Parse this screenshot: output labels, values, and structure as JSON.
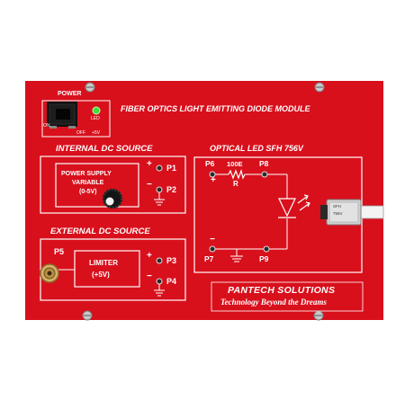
{
  "board": {
    "title": "FIBER OPTICS LIGHT EMITTING DIODE MODULE",
    "power_label": "POWER",
    "switch_on": "ON",
    "switch_off": "OFF",
    "led_label": "LED",
    "supply_label": "+5V",
    "colors": {
      "board": "#d8101c",
      "line": "#ffffff",
      "screw": "#bfbfbf",
      "led": "#3ee03a"
    }
  },
  "internal": {
    "heading": "INTERNAL DC SOURCE",
    "box_line1": "POWER SUPPLY",
    "box_line2": "VARIABLE",
    "box_line3": "(0-5V)",
    "plus": "+",
    "minus": "−",
    "p1": "P1",
    "p2": "P2"
  },
  "external": {
    "heading": "EXTERNAL DC SOURCE",
    "p5": "P5",
    "box_line1": "LIMITER",
    "box_line2": "(+5V)",
    "plus": "+",
    "minus": "−",
    "p3": "P3",
    "p4": "P4"
  },
  "optical": {
    "heading": "OPTICAL LED SFH 756V",
    "p6": "P6",
    "p7": "P7",
    "p8": "P8",
    "p9": "P9",
    "resistor_value": "100E",
    "resistor_label": "R",
    "plus": "+",
    "minus": "−",
    "connector_text1": "SFH",
    "connector_text2": "756V"
  },
  "brand": {
    "name": "PANTECH SOLUTIONS",
    "tagline": "Technology Beyond the Dreams"
  }
}
